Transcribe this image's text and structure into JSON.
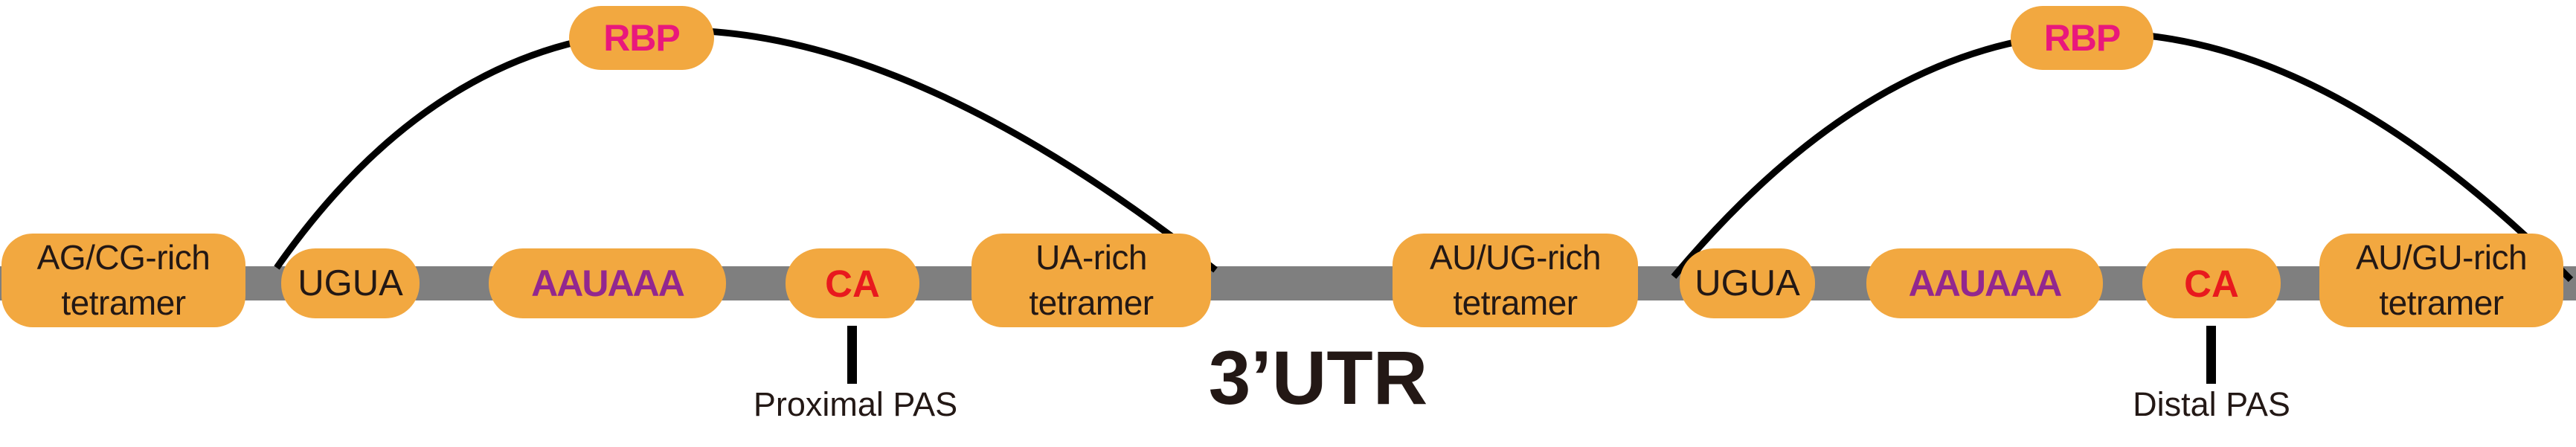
{
  "diagram": {
    "title": "3’UTR",
    "rbp": {
      "label": "RBP"
    },
    "pas_labels": {
      "proximal": "Proximal PAS",
      "distal": "Distal PAS"
    },
    "elements": [
      {
        "name": "ag-cg-rich-tetramer",
        "line1": "AG/CG-rich",
        "line2": "tetramer"
      },
      {
        "name": "ugua-proximal",
        "line1": "UGUA"
      },
      {
        "name": "aauaaa-proximal",
        "line1": "AAUAAA"
      },
      {
        "name": "ca-proximal",
        "line1": "CA"
      },
      {
        "name": "ua-rich-tetramer",
        "line1": "UA-rich",
        "line2": "tetramer"
      },
      {
        "name": "au-ug-rich-tetramer",
        "line1": "AU/UG-rich",
        "line2": "tetramer"
      },
      {
        "name": "ugua-distal",
        "line1": "UGUA"
      },
      {
        "name": "aauaaa-distal",
        "line1": "AAUAAA"
      },
      {
        "name": "ca-distal",
        "line1": "CA"
      },
      {
        "name": "au-gu-rich-tetramer",
        "line1": "AU/GU-rich",
        "line2": "tetramer"
      }
    ],
    "colors": {
      "element-fill": "#F2A840",
      "backbone": "#7F7F7F",
      "aauaaa": "#92278F",
      "ca": "#E8191E",
      "rbp": "#E9187C",
      "ink": "#231815"
    }
  }
}
